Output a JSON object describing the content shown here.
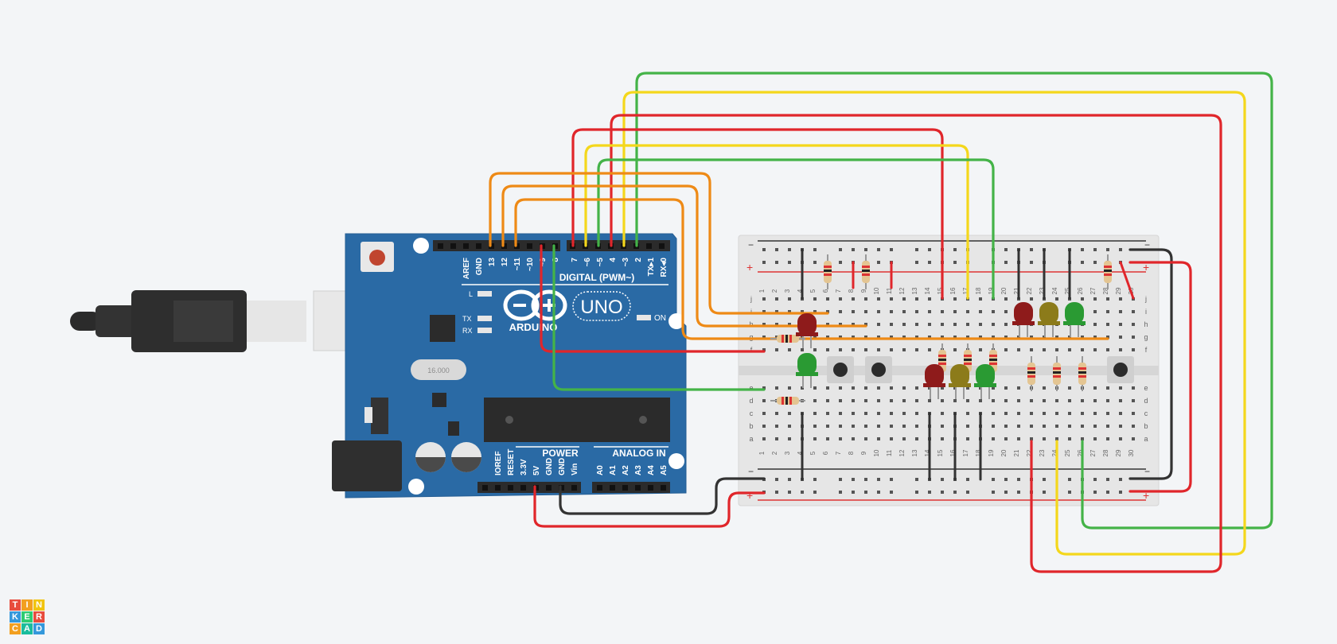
{
  "arduino": {
    "digital_pins_low": [
      "AREF",
      "GND",
      "13",
      "12",
      "~11",
      "~10",
      "~9",
      "8"
    ],
    "digital_pins_high": [
      "7",
      "~6",
      "~5",
      "4",
      "~3",
      "2",
      "TX▸1",
      "RX◂0"
    ],
    "digital_label": "DIGITAL (PWM~)",
    "brand": "ARDUINO",
    "model": "UNO",
    "on_label": "ON",
    "led_labels": [
      "L",
      "TX",
      "RX"
    ],
    "crystal": "16.000",
    "power_label": "POWER",
    "analog_label": "ANALOG IN",
    "power_pins": [
      "IOREF",
      "RESET",
      "3.3V",
      "5V",
      "GND",
      "GND",
      "Vin"
    ],
    "analog_pins": [
      "A0",
      "A1",
      "A2",
      "A3",
      "A4",
      "A5"
    ]
  },
  "breadboard": {
    "row_letters_top": [
      "j",
      "i",
      "h",
      "g",
      "f"
    ],
    "row_letters_bottom": [
      "e",
      "d",
      "c",
      "b",
      "a"
    ],
    "columns": [
      "1",
      "2",
      "3",
      "4",
      "5",
      "6",
      "7",
      "8",
      "9",
      "10",
      "11",
      "12",
      "13",
      "14",
      "15",
      "16",
      "17",
      "18",
      "19",
      "20",
      "21",
      "22",
      "23",
      "24",
      "25",
      "26",
      "27",
      "28",
      "29",
      "30"
    ],
    "rail_minus": "−",
    "rail_plus": "+"
  },
  "logo": {
    "letters": [
      "T",
      "I",
      "N",
      "K",
      "E",
      "R",
      "C",
      "A",
      "D"
    ],
    "colors": [
      "#e84c3d",
      "#f29f1f",
      "#f1c40f",
      "#3498db",
      "#2ecc71",
      "#e84c3d",
      "#f29f1f",
      "#1abc9c",
      "#3498db"
    ]
  },
  "colors": {
    "board": "#2a6aa5",
    "red_wire": "#e0262b",
    "yellow_wire": "#f4d71c",
    "green_wire": "#44b348",
    "orange_wire": "#ee8a16",
    "black_wire": "#333333"
  }
}
